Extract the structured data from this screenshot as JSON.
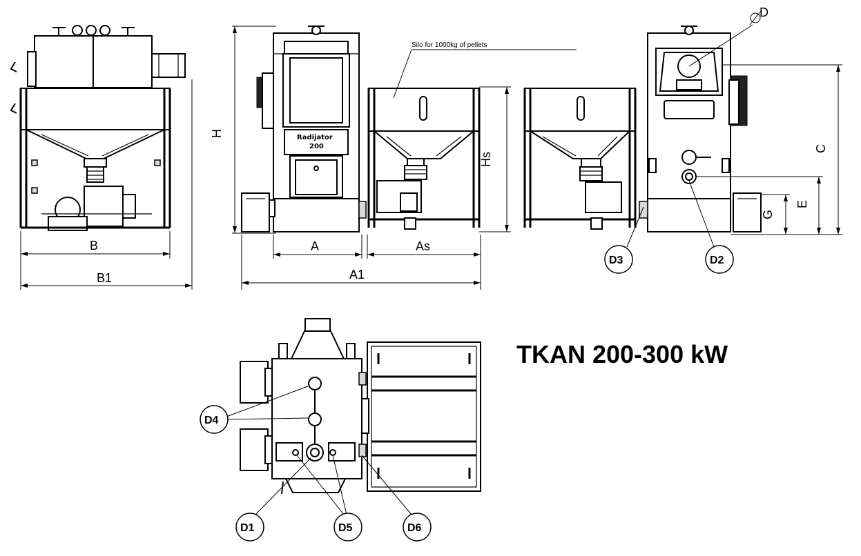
{
  "title": "TKAN  200-300 kW",
  "note": "Silo for 1000kg of pellets",
  "nameplate": {
    "line1": "Radijator",
    "line2": "200"
  },
  "dimensions": {
    "B": "B",
    "B1": "B1",
    "H": "H",
    "A": "A",
    "As": "As",
    "A1": "A1",
    "Hs": "Hs",
    "C": "C",
    "E": "E",
    "G": "G",
    "D": "D"
  },
  "connections": {
    "D1": "D1",
    "D2": "D2",
    "D3": "D3",
    "D4": "D4",
    "D5": "D5",
    "D6": "D6"
  },
  "colors": {
    "line": "#000000",
    "background": "#ffffff"
  }
}
